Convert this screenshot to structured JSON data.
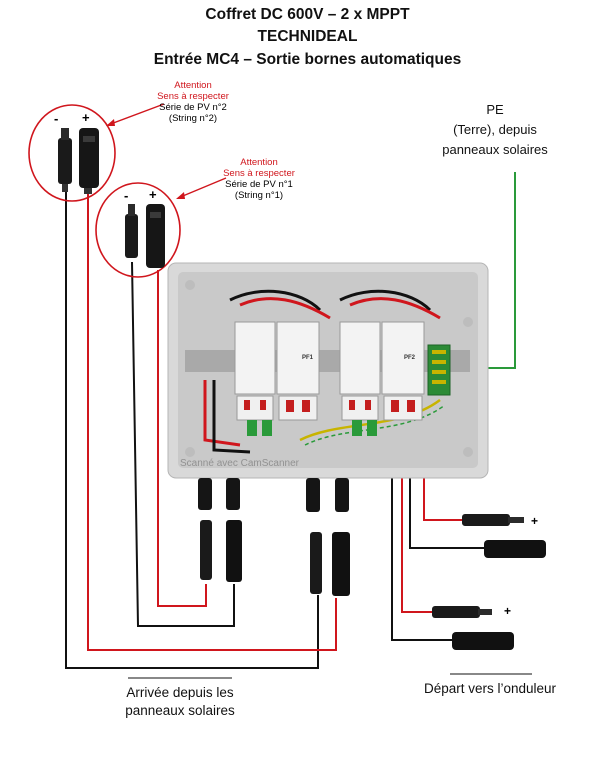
{
  "title": {
    "line1": "Coffret DC 600V – 2 x MPPT",
    "line2": "TECHNIDEAL",
    "line3": "Entrée MC4 – Sortie bornes automatiques"
  },
  "string2": {
    "attention": "Attention",
    "sens": "Sens à respecter",
    "serie": "Série de PV n°2",
    "string": "(String n°2)",
    "minus": "-",
    "plus": "+"
  },
  "string1": {
    "attention": "Attention",
    "sens": "Sens à respecter",
    "serie": "Série de PV n°1",
    "string": "(String n°1)",
    "minus": "-",
    "plus": "+"
  },
  "pe": {
    "line1": "PE",
    "line2": "(Terre), depuis",
    "line3": "panneaux solaires"
  },
  "box": {
    "pf1": "PF1",
    "pf2": "PF2",
    "watermark": "Scanné avec CamScanner"
  },
  "outputs": {
    "plus_top": "+",
    "plus_bottom": "+"
  },
  "bottom": {
    "arrivee_line1": "Arrivée depuis les",
    "arrivee_line2": "panneaux solaires",
    "depart": "Départ vers l’onduleur"
  },
  "colors": {
    "red_wire": "#d0161d",
    "black_wire": "#111111",
    "green_wire": "#2a9a3a",
    "attention_text": "#d0161d"
  }
}
